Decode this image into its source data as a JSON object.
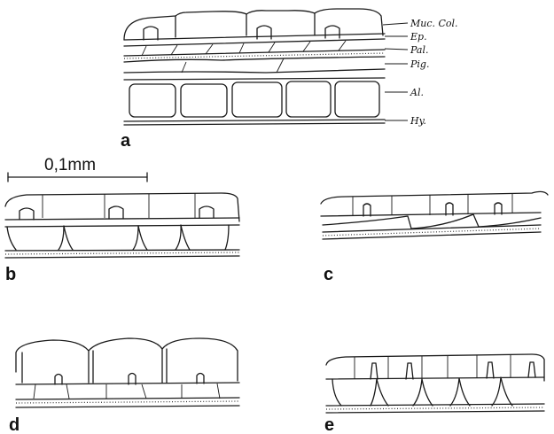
{
  "figure": {
    "scale_bar_label": "0,1mm",
    "layer_labels": [
      "Muc. Col.",
      "Ep.",
      "Pal.",
      "Pig.",
      "Al.",
      "Hy."
    ],
    "panels": [
      {
        "letter": "a"
      },
      {
        "letter": "b"
      },
      {
        "letter": "c"
      },
      {
        "letter": "d"
      },
      {
        "letter": "e"
      }
    ]
  }
}
